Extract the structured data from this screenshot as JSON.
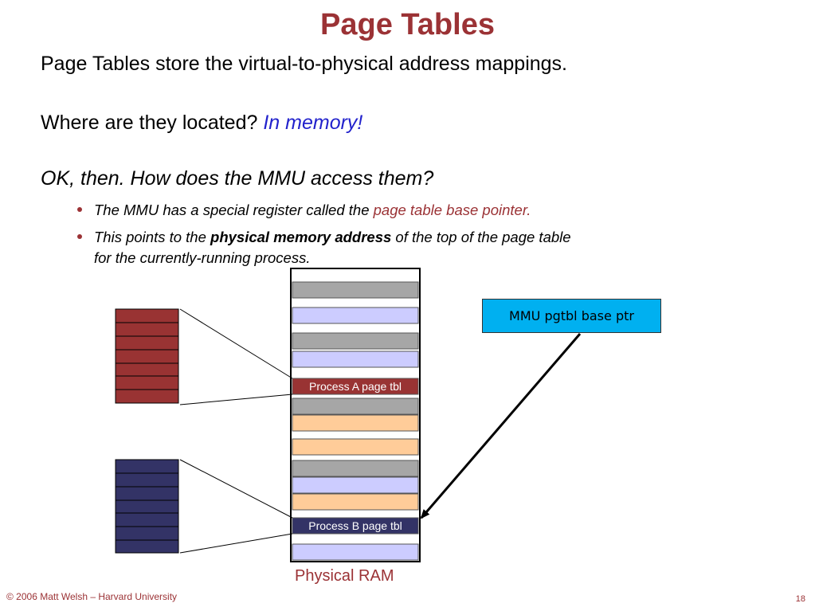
{
  "title": "Page Tables",
  "lines": {
    "line1": "Page Tables store the virtual-to-physical address mappings.",
    "line2_prefix": "Where are they located?",
    "line2_answer": "In memory!",
    "line3": "OK, then. How does the MMU access them?"
  },
  "bullets": {
    "b1_prefix": "The MMU has a special register called the ",
    "b1_highlight": "page table base pointer.",
    "b2_prefix": "This points to the ",
    "b2_bold": "physical memory address",
    "b2_suffix": " of the top of the page table",
    "b2_line2": "for the currently-running process."
  },
  "diagram": {
    "process_a_label": "Process A page tbl",
    "process_b_label": "Process B page tbl",
    "mmu_label": "MMU pgtbl base ptr",
    "ram_label": "Physical RAM"
  },
  "colors": {
    "title": "#9b3235",
    "process_a_table": "#993333",
    "process_b_table": "#333366",
    "mmu_register": "#00b0f0",
    "ram_gray": "#a6a6a6",
    "ram_lavender": "#ccccff",
    "ram_peach": "#ffcc99",
    "ram_white": "#ffffff"
  },
  "footer": {
    "copyright": "© 2006 Matt Welsh – Harvard University",
    "page_number": "18"
  }
}
